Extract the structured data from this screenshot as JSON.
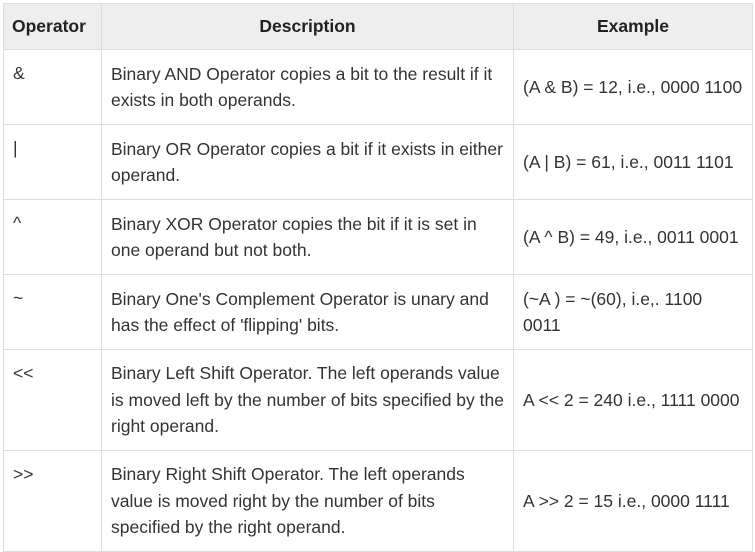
{
  "table": {
    "headers": [
      "Operator",
      "Description",
      "Example"
    ],
    "rows": [
      {
        "operator": "&",
        "description": "Binary AND Operator copies a bit to the result if it exists in both operands.",
        "example": "(A & B) = 12, i.e., 0000 1100"
      },
      {
        "operator": "|",
        "description": "Binary OR Operator copies a bit if it exists in either operand.",
        "example": "(A | B) = 61, i.e., 0011 1101"
      },
      {
        "operator": "^",
        "description": "Binary XOR Operator copies the bit if it is set in one operand but not both.",
        "example": "(A ^ B) = 49, i.e., 0011 0001"
      },
      {
        "operator": "~",
        "description": "Binary One's Complement Operator is unary and has the effect of 'flipping' bits.",
        "example": "(~A ) = ~(60), i.e,. 1100 0011"
      },
      {
        "operator": "<<",
        "description": "Binary Left Shift Operator. The left operands value is moved left by the number of bits specified by the right operand.",
        "example": "A << 2 = 240 i.e., 1111 0000"
      },
      {
        "operator": ">>",
        "description": "Binary Right Shift Operator. The left operands value is moved right by the number of bits specified by the right operand.",
        "example": "A >> 2 = 15 i.e., 0000 1111"
      }
    ]
  }
}
